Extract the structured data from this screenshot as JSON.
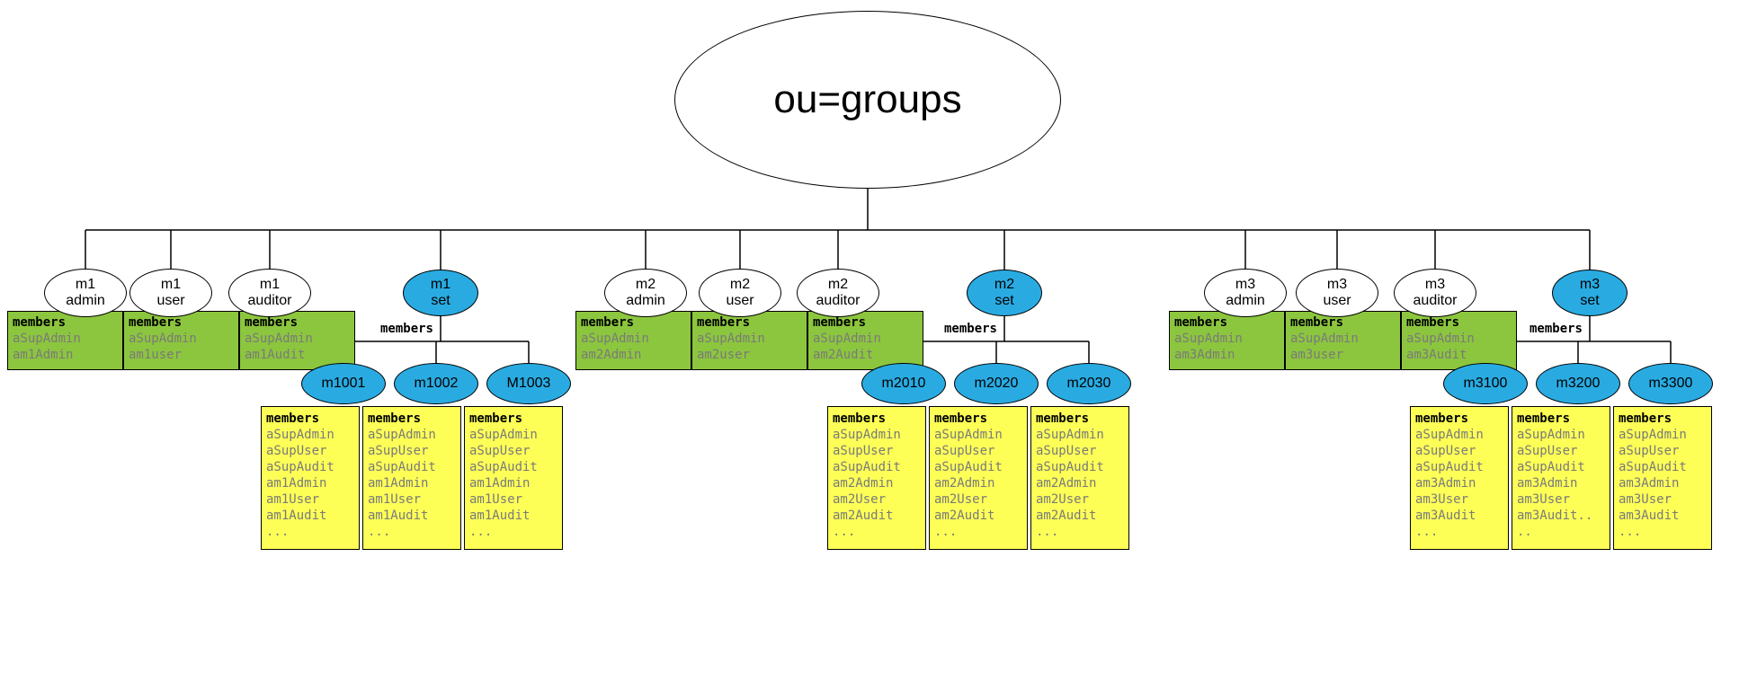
{
  "title": "ou=groups",
  "colors": {
    "set_fill": "#29abe2",
    "role_box_fill": "#8cc63e",
    "member_box_fill": "#fdff57",
    "member_text": "#7a7a7a"
  },
  "groups": [
    {
      "roles": [
        {
          "line1": "m1",
          "line2": "admin",
          "box": {
            "title": "members",
            "members": [
              "aSupAdmin",
              "am1Admin"
            ]
          }
        },
        {
          "line1": "m1",
          "line2": "user",
          "box": {
            "title": "members",
            "members": [
              "aSupAdmin",
              "am1user"
            ]
          }
        },
        {
          "line1": "m1",
          "line2": "auditor",
          "box": {
            "title": "members",
            "members": [
              "aSupAdmin",
              "am1Audit"
            ]
          }
        }
      ],
      "set": {
        "line1": "m1",
        "line2": "set",
        "members_label": "members"
      },
      "sets": [
        {
          "label": "m1001",
          "box": {
            "title": "members",
            "members": [
              "aSupAdmin",
              "aSupUser",
              "aSupAudit",
              "am1Admin",
              "am1User",
              "am1Audit",
              "..."
            ]
          }
        },
        {
          "label": "m1002",
          "box": {
            "title": "members",
            "members": [
              "aSupAdmin",
              "aSupUser",
              "aSupAudit",
              "am1Admin",
              "am1User",
              "am1Audit",
              "..."
            ]
          }
        },
        {
          "label": "M1003",
          "box": {
            "title": "members",
            "members": [
              "aSupAdmin",
              "aSupUser",
              "aSupAudit",
              "am1Admin",
              "am1User",
              "am1Audit",
              "..."
            ]
          }
        }
      ]
    },
    {
      "roles": [
        {
          "line1": "m2",
          "line2": "admin",
          "box": {
            "title": "members",
            "members": [
              "aSupAdmin",
              "am2Admin"
            ]
          }
        },
        {
          "line1": "m2",
          "line2": "user",
          "box": {
            "title": "members",
            "members": [
              "aSupAdmin",
              "am2user"
            ]
          }
        },
        {
          "line1": "m2",
          "line2": "auditor",
          "box": {
            "title": "members",
            "members": [
              "aSupAdmin",
              "am2Audit"
            ]
          }
        }
      ],
      "set": {
        "line1": "m2",
        "line2": "set",
        "members_label": "members"
      },
      "sets": [
        {
          "label": "m2010",
          "box": {
            "title": "members",
            "members": [
              "aSupAdmin",
              "aSupUser",
              "aSupAudit",
              "am2Admin",
              "am2User",
              "am2Audit",
              "..."
            ]
          }
        },
        {
          "label": "m2020",
          "box": {
            "title": "members",
            "members": [
              "aSupAdmin",
              "aSupUser",
              "aSupAudit",
              "am2Admin",
              "am2User",
              "am2Audit",
              "..."
            ]
          }
        },
        {
          "label": "m2030",
          "box": {
            "title": "members",
            "members": [
              "aSupAdmin",
              "aSupUser",
              "aSupAudit",
              "am2Admin",
              "am2User",
              "am2Audit",
              "..."
            ]
          }
        }
      ]
    },
    {
      "roles": [
        {
          "line1": "m3",
          "line2": "admin",
          "box": {
            "title": "members",
            "members": [
              "aSupAdmin",
              "am3Admin"
            ]
          }
        },
        {
          "line1": "m3",
          "line2": "user",
          "box": {
            "title": "members",
            "members": [
              "aSupAdmin",
              "am3user"
            ]
          }
        },
        {
          "line1": "m3",
          "line2": "auditor",
          "box": {
            "title": "members",
            "members": [
              "aSupAdmin",
              "am3Audit"
            ]
          }
        }
      ],
      "set": {
        "line1": "m3",
        "line2": "set",
        "members_label": "members"
      },
      "sets": [
        {
          "label": "m3100",
          "box": {
            "title": "members",
            "members": [
              "aSupAdmin",
              "aSupUser",
              "aSupAudit",
              "am3Admin",
              "am3User",
              "am3Audit",
              "..."
            ]
          }
        },
        {
          "label": "m3200",
          "box": {
            "title": "members",
            "members": [
              "aSupAdmin",
              "aSupUser",
              "aSupAudit",
              "am3Admin",
              "am3User",
              "am3Audit..",
              ".."
            ]
          }
        },
        {
          "label": "m3300",
          "box": {
            "title": "members",
            "members": [
              "aSupAdmin",
              "aSupUser",
              "aSupAudit",
              "am3Admin",
              "am3User",
              "am3Audit",
              "..."
            ]
          }
        }
      ]
    }
  ]
}
